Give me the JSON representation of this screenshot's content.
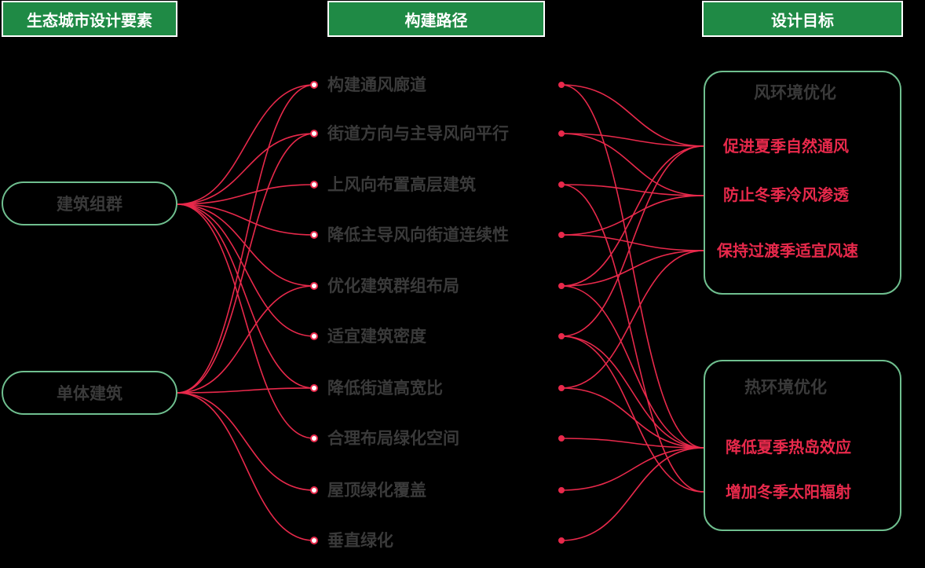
{
  "headers": {
    "elements": "生态城市设计要素",
    "paths": "构建路径",
    "goals": "设计目标"
  },
  "elements": [
    "建筑组群",
    "单体建筑"
  ],
  "paths": [
    "构建通风廊道",
    "街道方向与主导风向平行",
    "上风向布置高层建筑",
    "降低主导风向街道连续性",
    "优化建筑群组布局",
    "适宜建筑密度",
    "降低街道高宽比",
    "合理布局绿化空间",
    "屋顶绿化覆盖",
    "垂直绿化"
  ],
  "goal_groups": [
    {
      "title": "风环境优化",
      "items": [
        "促进夏季自然通风",
        "防止冬季冷风渗透",
        "保持过渡季适宜风速"
      ]
    },
    {
      "title": "热环境优化",
      "items": [
        "降低夏季热岛效应",
        "增加冬季太阳辐射"
      ]
    }
  ],
  "links_element_to_path": [
    [
      0,
      0
    ],
    [
      0,
      1
    ],
    [
      0,
      2
    ],
    [
      0,
      3
    ],
    [
      0,
      4
    ],
    [
      0,
      5
    ],
    [
      0,
      6
    ],
    [
      0,
      7
    ],
    [
      1,
      0
    ],
    [
      1,
      1
    ],
    [
      1,
      4
    ],
    [
      1,
      6
    ],
    [
      1,
      8
    ],
    [
      1,
      9
    ]
  ],
  "links_path_to_goal": [
    [
      0,
      0
    ],
    [
      0,
      3
    ],
    [
      1,
      0
    ],
    [
      1,
      1
    ],
    [
      2,
      1
    ],
    [
      2,
      4
    ],
    [
      3,
      1
    ],
    [
      3,
      2
    ],
    [
      4,
      0
    ],
    [
      4,
      2
    ],
    [
      4,
      3
    ],
    [
      5,
      0
    ],
    [
      5,
      3
    ],
    [
      5,
      4
    ],
    [
      6,
      2
    ],
    [
      6,
      3
    ],
    [
      7,
      3
    ],
    [
      8,
      3
    ],
    [
      9,
      3
    ]
  ],
  "colors": {
    "background": "#000000",
    "header_fill": "#1f8a45",
    "box_border": "#6fbf8f",
    "link": "#e8294b",
    "goal_text": "#e8294b",
    "label_text": "#3a3a3a"
  }
}
